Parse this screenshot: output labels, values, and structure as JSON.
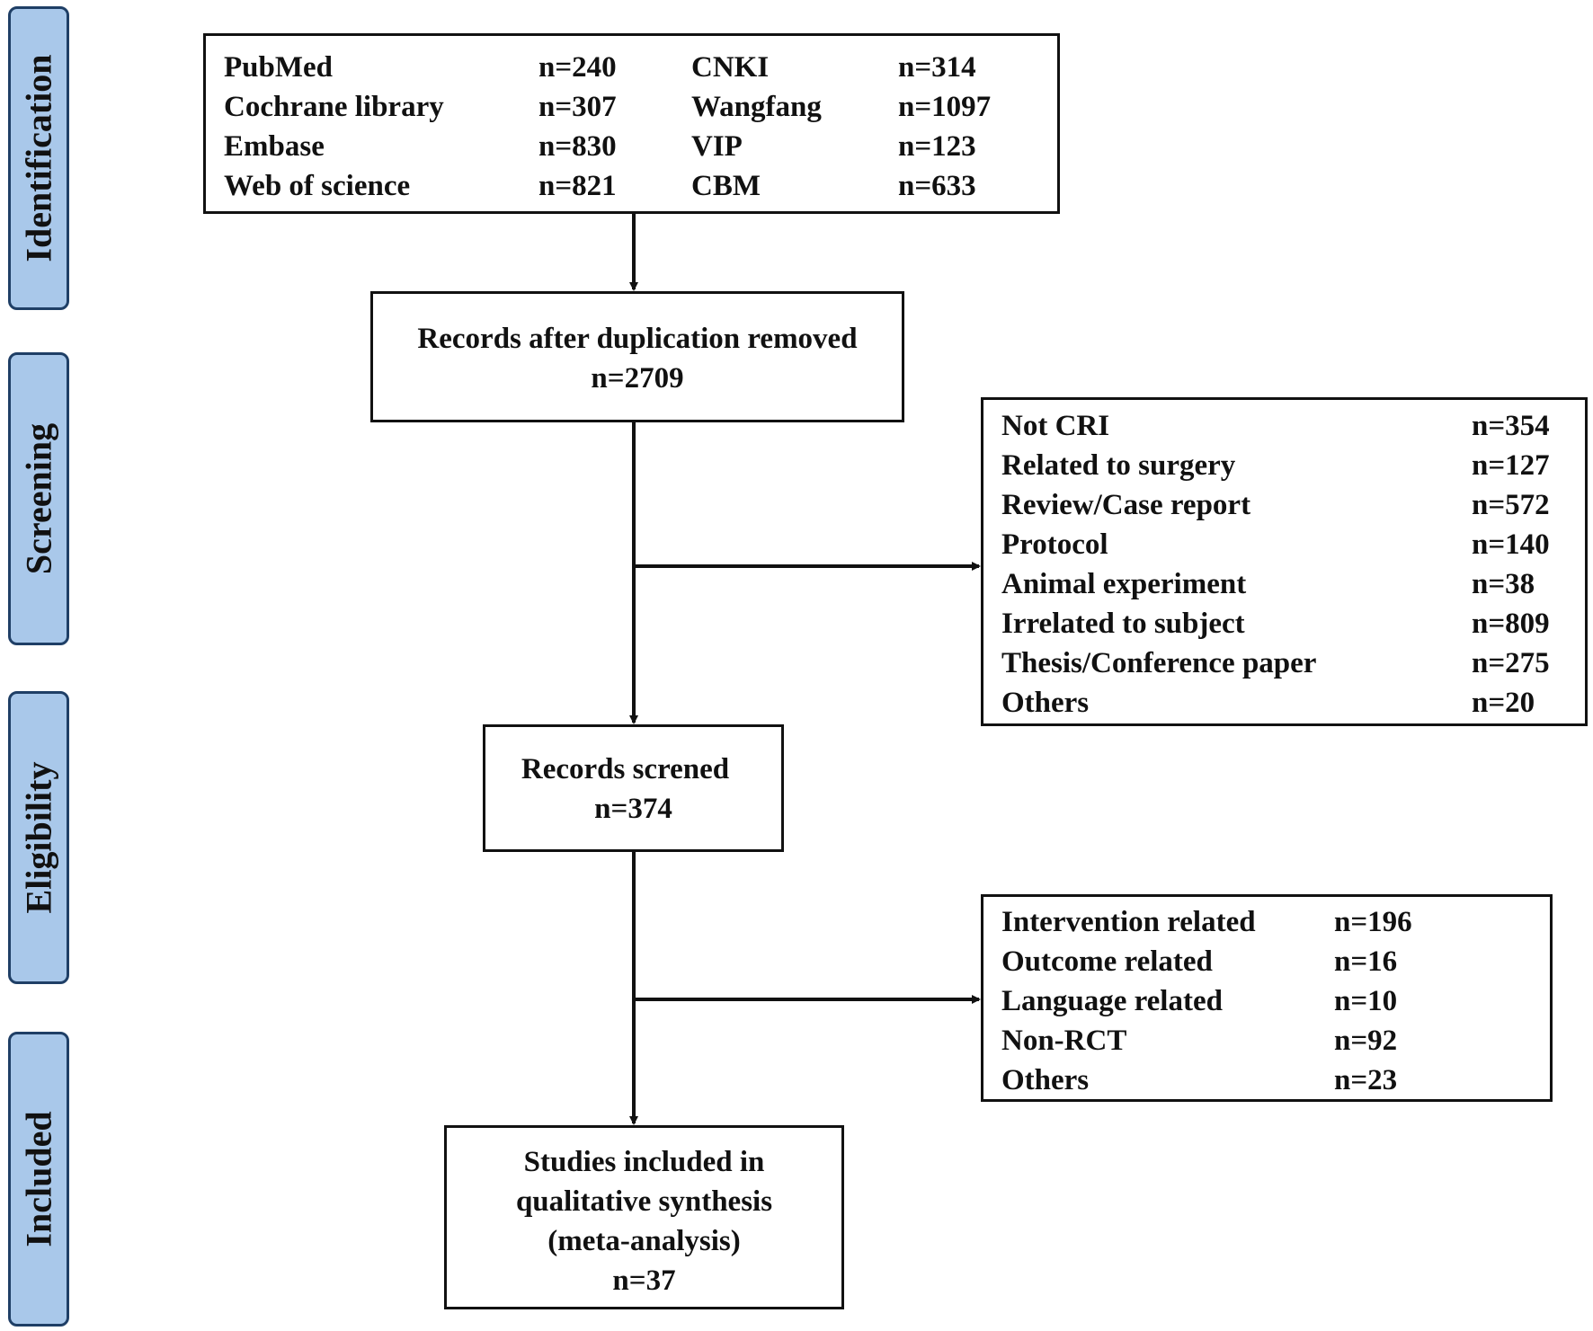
{
  "stages": {
    "identification": "Identification",
    "screening": "Screening",
    "eligibility": "Eligibility",
    "included": "Included"
  },
  "databases": {
    "left": [
      {
        "name": "PubMed",
        "n": "n=240"
      },
      {
        "name": "Cochrane library",
        "n": "n=307"
      },
      {
        "name": "Embase",
        "n": "n=830"
      },
      {
        "name": "Web of science",
        "n": "n=821"
      }
    ],
    "right": [
      {
        "name": "CNKI",
        "n": "n=314"
      },
      {
        "name": "Wangfang",
        "n": "n=1097"
      },
      {
        "name": "VIP",
        "n": "n=123"
      },
      {
        "name": "CBM",
        "n": "n=633"
      }
    ]
  },
  "duplicates_removed": {
    "label": "Records after duplication removed",
    "n": "n=2709"
  },
  "screening_exclusions": [
    {
      "reason": "Not CRI",
      "n": "n=354"
    },
    {
      "reason": "Related to surgery",
      "n": "n=127"
    },
    {
      "reason": "Review/Case report",
      "n": "n=572"
    },
    {
      "reason": "Protocol",
      "n": "n=140"
    },
    {
      "reason": "Animal experiment",
      "n": "n=38"
    },
    {
      "reason": "Irrelated to subject",
      "n": "n=809"
    },
    {
      "reason": "Thesis/Conference paper",
      "n": "n=275"
    },
    {
      "reason": "Others",
      "n": "n=20"
    }
  ],
  "screened": {
    "label": "Records screned",
    "n": "n=374"
  },
  "eligibility_exclusions": [
    {
      "reason": "Intervention related",
      "n": "n=196"
    },
    {
      "reason": "Outcome related",
      "n": "n=16"
    },
    {
      "reason": "Language related",
      "n": "n=10"
    },
    {
      "reason": "Non-RCT",
      "n": "n=92"
    },
    {
      "reason": "Others",
      "n": "n=23"
    }
  ],
  "included": {
    "line1": "Studies included in",
    "line2": "qualitative synthesis",
    "line3": "(meta-analysis)",
    "n": "n=37"
  },
  "colors": {
    "stage_fill": "#a9c8ea",
    "stage_border": "#1f3f66",
    "line": "#111111"
  }
}
